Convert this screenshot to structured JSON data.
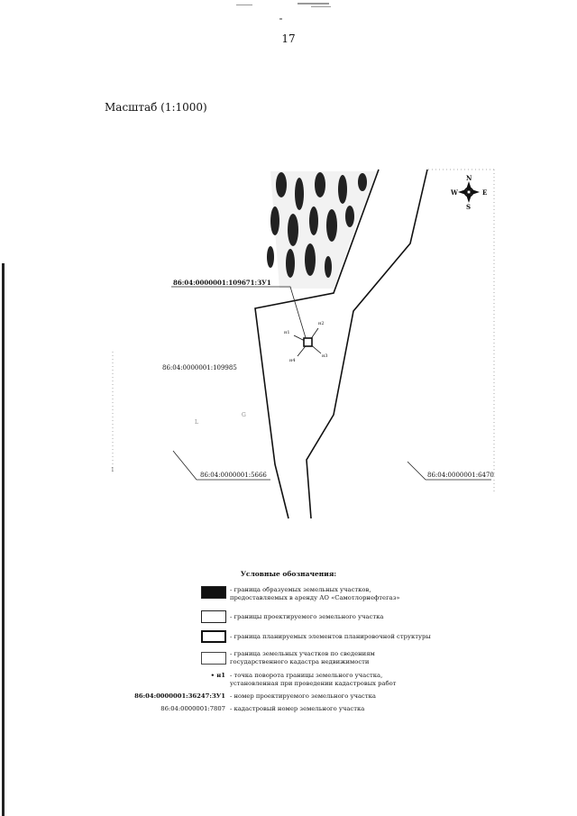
{
  "page": {
    "number": "17",
    "scale": "Масштаб (1:1000)"
  },
  "map": {
    "compass": {
      "n": "N",
      "s": "S",
      "w": "W",
      "e": "E"
    },
    "plot_label": "86:04:0000001:109671:ЗУ1",
    "point_labels": [
      "н1",
      "н2",
      "н3",
      "н4"
    ],
    "parcels": [
      "86:04:0000001:109985",
      "86:04:0000001:5666",
      "86:04:0000001:6470"
    ]
  },
  "legend": {
    "title": "Условные обозначения:",
    "items": [
      {
        "symbol": "filled",
        "text": "- граница образуемых земельных участков,\n  предоставляемых в аренду АО «Самотлорнефтегаз»"
      },
      {
        "symbol": "plain",
        "text": "- границы проектируемого земельного участка"
      },
      {
        "symbol": "thick",
        "text": "- граница планируемых элементов планировочной структуры"
      },
      {
        "symbol": "thin",
        "text": "- граница земельных участков по сведениям\n  государственного кадастра недвижимости"
      },
      {
        "symbol": "point",
        "marker": "• н1",
        "text": "- точка поворота границы земельного участка,\n  установленная при проведении кадастровых работ"
      },
      {
        "symbol": "code",
        "code": "86:04:0000001:36247:ЗУ1",
        "text": "- номер проектируемого земельного участка"
      },
      {
        "symbol": "code-plain",
        "code": "86:04:0000001:7807",
        "text": "- кадастровый номер земельного участка"
      }
    ]
  }
}
